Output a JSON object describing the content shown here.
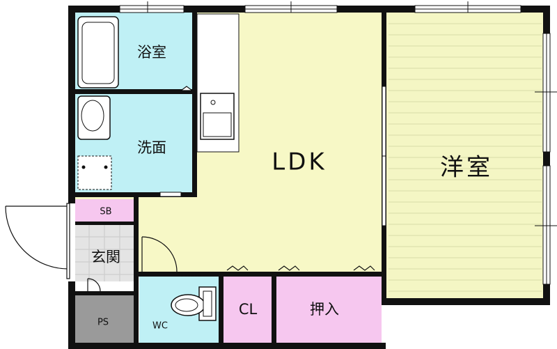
{
  "rooms": {
    "bath": "浴室",
    "washroom": "洗面",
    "ldk": "LDK",
    "western_room": "洋室",
    "sb": "SB",
    "entrance": "玄関",
    "ps": "PS",
    "wc": "WC",
    "cl": "CL",
    "oshiire": "押入"
  },
  "colors": {
    "wall": "#111111",
    "ldk_floor": "#f7f8c6",
    "wet_area": "#bff0f5",
    "western_floor": "#f4f6c4",
    "storage": "#f6c7ef",
    "entrance_floor": "#e4e4e4",
    "ps_floor": "#9a9a9a",
    "fixture": "#ffffff"
  },
  "icons": [
    "bathtub-icon",
    "washbasin-icon",
    "kitchen-sink-icon",
    "toilet-icon",
    "door-swing-icon",
    "window-icon"
  ]
}
